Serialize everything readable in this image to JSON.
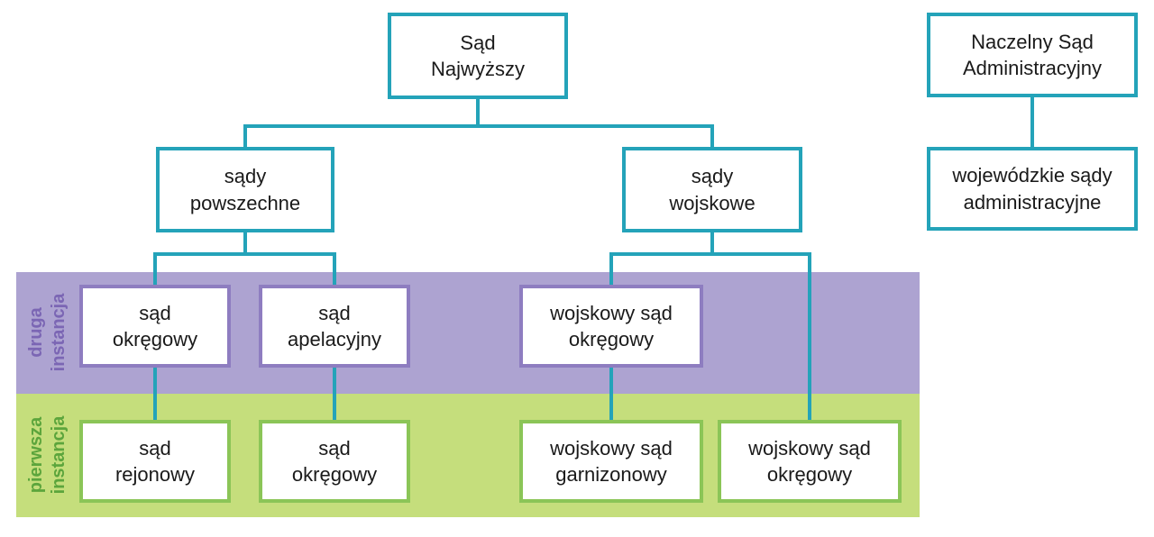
{
  "diagram": {
    "type": "org-chart",
    "subject": "Struktura sądownictwa w Polsce",
    "nodes": {
      "sad_najwyzszy": "Sąd\nNajwyższy",
      "naczelny_sad_administracyjny": "Naczelny Sąd\nAdministracyjny",
      "sady_powszechne": "sądy\npowszechne",
      "sady_wojskowe": "sądy\nwojskowe",
      "wojewodzkie_sady_administracyjne": "wojewódzkie sądy\nadministracyjne",
      "sad_okregowy_druga": "sąd\nokręgowy",
      "sad_apelacyjny": "sąd\napelacyjny",
      "wojskowy_sad_okregowy_druga": "wojskowy sąd\nokręgowy",
      "sad_rejonowy": "sąd\nrejonowy",
      "sad_okregowy_pierwsza": "sąd\nokręgowy",
      "wojskowy_sad_garnizonowy": "wojskowy sąd\ngarnizonowy",
      "wojskowy_sad_okregowy_pierwsza": "wojskowy sąd\nokręgowy"
    },
    "bands": {
      "druga_instancja": "druga\ninstancja",
      "pierwsza_instancja": "pierwsza\ninstancja"
    },
    "colors": {
      "connector_teal": "#24a3b9",
      "second_instance_band_bg": "#ada3d1",
      "second_instance_box_border": "#8e7dc0",
      "second_instance_label": "#7b66b4",
      "first_instance_band_bg": "#c5de7c",
      "first_instance_box_border": "#8bc557",
      "first_instance_label": "#5ca53c",
      "node_bg": "#ffffff",
      "node_text": "#1a1a1a"
    }
  }
}
